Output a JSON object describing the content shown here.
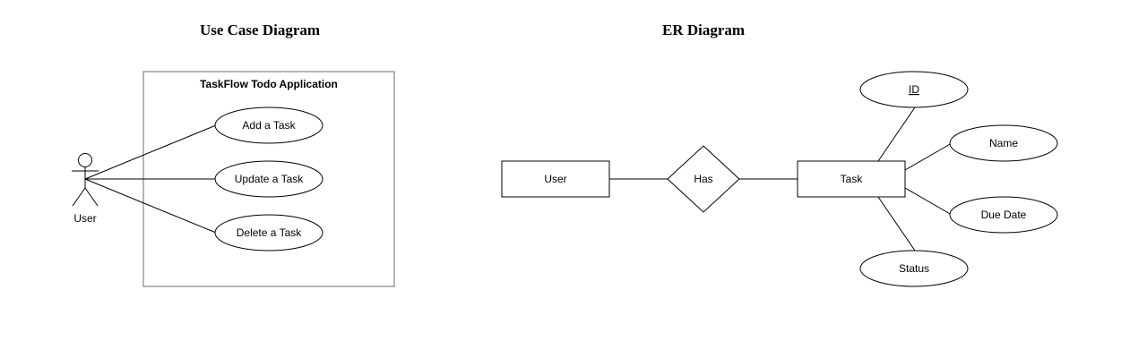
{
  "use_case_diagram": {
    "heading": "Use Case Diagram",
    "system_name": "TaskFlow Todo Application",
    "actor": {
      "label": "User"
    },
    "use_cases": [
      {
        "label": "Add a Task"
      },
      {
        "label": "Update a Task"
      },
      {
        "label": "Delete a Task"
      }
    ]
  },
  "er_diagram": {
    "heading": "ER Diagram",
    "entities": [
      {
        "label": "User"
      },
      {
        "label": "Task"
      }
    ],
    "relationship": {
      "label": "Has"
    },
    "attributes": [
      {
        "label": "ID",
        "primary_key": true
      },
      {
        "label": "Name",
        "primary_key": false
      },
      {
        "label": "Due Date",
        "primary_key": false
      },
      {
        "label": "Status",
        "primary_key": false
      }
    ]
  },
  "colors": {
    "stroke": "#000000",
    "boundary_stroke": "#6b6b6b",
    "background": "#ffffff"
  }
}
